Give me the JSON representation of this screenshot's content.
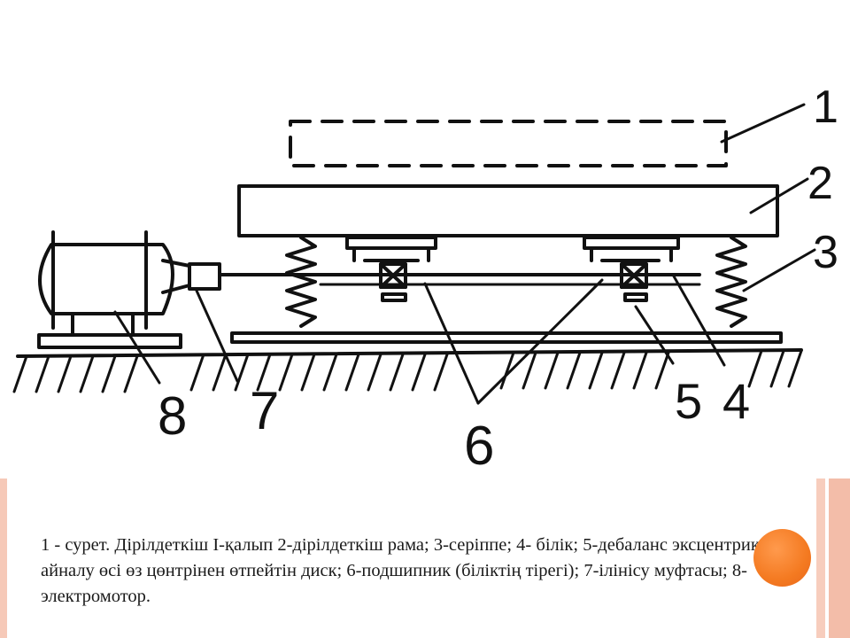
{
  "diagram": {
    "labels": {
      "l1": "1",
      "l2": "2",
      "l3": "3",
      "l4": "4",
      "l5": "5",
      "l6": "6",
      "l7": "7",
      "l8": "8"
    }
  },
  "caption": {
    "text": "1 - сурет. Дірілдеткіш І-қалып 2-дірілдеткіш рама; 3-серіппе; 4- білік; 5-дебаланс эксцентрик-айналу өсі өз цөнтрінен өтпейтін диск; 6-подшипник (біліктің тірегі); 7-ілінісу муфтасы; 8-электромотор."
  },
  "colors": {
    "accent_orange": "#f47a21",
    "stripe_peach": "#f6c9b8",
    "ink": "#111111"
  }
}
